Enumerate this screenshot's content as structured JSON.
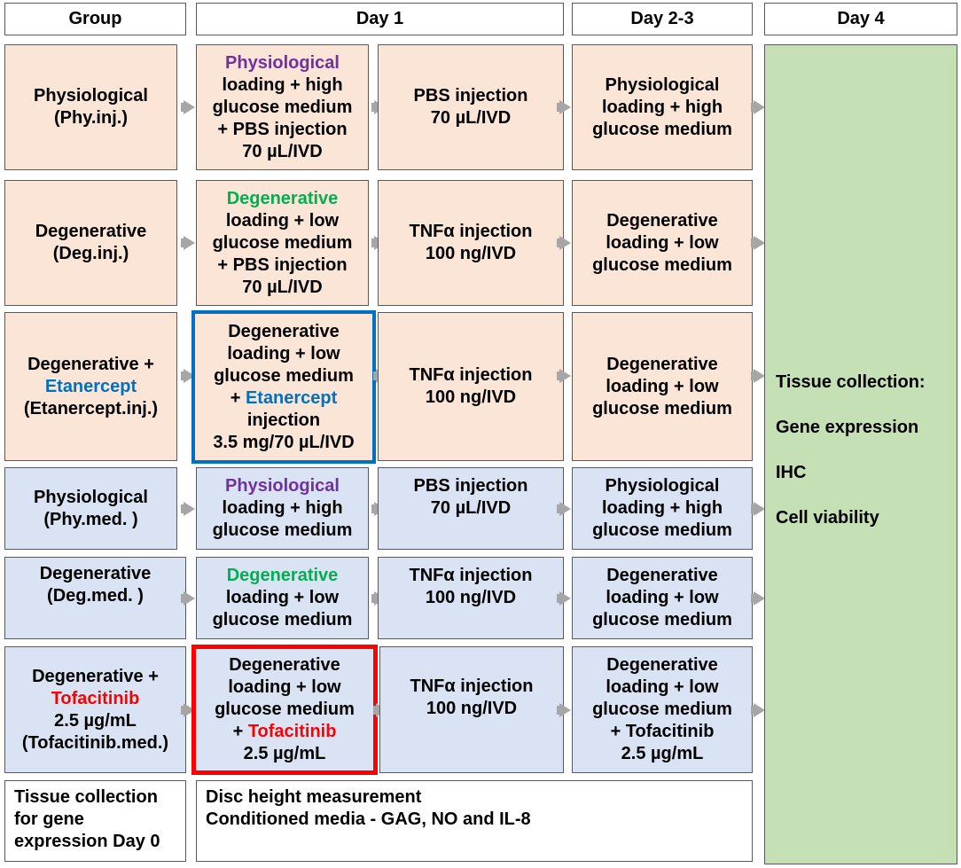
{
  "headers": {
    "group": "Group",
    "day1": "Day 1",
    "day23": "Day 2-3",
    "day4": "Day 4"
  },
  "rows": [
    {
      "group": [
        "Physiological",
        "(Phy.inj.)"
      ],
      "day1a": {
        "highlight": "Physiological",
        "rest": [
          "loading + high",
          "glucose medium",
          "+ PBS injection",
          "70 µL/IVD"
        ]
      },
      "day1b": [
        "PBS injection",
        "70 µL/IVD"
      ],
      "day23": [
        "Physiological",
        "loading + high",
        "glucose medium"
      ]
    },
    {
      "group": [
        "Degenerative",
        "(Deg.inj.)"
      ],
      "day1a": {
        "highlight": "Degenerative",
        "rest": [
          "loading + low",
          "glucose medium",
          "+ PBS injection",
          "70 µL/IVD"
        ]
      },
      "day1b": [
        "TNFα injection",
        "100 ng/IVD"
      ],
      "day23": [
        "Degenerative",
        "loading + low",
        "glucose medium"
      ]
    },
    {
      "group_top": "Degenerative +",
      "group_drug": "Etanercept",
      "group_bottom": "(Etanercept.inj.)",
      "day1a": {
        "l1": "Degenerative",
        "l2": "loading + low",
        "l3": "glucose medium",
        "plus": "+ ",
        "drug": "Etanercept",
        "l5": "injection",
        "l6": "3.5 mg/70 µL/IVD"
      },
      "day1b": [
        "TNFα injection",
        "100 ng/IVD"
      ],
      "day23": [
        "Degenerative",
        "loading + low",
        "glucose medium"
      ]
    },
    {
      "group": [
        "Physiological",
        "(Phy.med. )"
      ],
      "day1a": {
        "highlight": "Physiological",
        "rest": [
          "loading + high",
          "glucose medium"
        ]
      },
      "day1b": [
        "PBS injection",
        "70 µL/IVD"
      ],
      "day23": [
        "Physiological",
        "loading + high",
        "glucose medium"
      ]
    },
    {
      "group": [
        "Degenerative",
        "(Deg.med. )"
      ],
      "day1a": {
        "highlight": "Degenerative",
        "rest": [
          "loading + low",
          "glucose medium"
        ]
      },
      "day1b": [
        "TNFα injection",
        "100 ng/IVD"
      ],
      "day23": [
        "Degenerative",
        "loading + low",
        "glucose medium"
      ]
    },
    {
      "group_top": "Degenerative +",
      "group_drug": "Tofacitinib",
      "group_dose": "2.5 µg/mL",
      "group_bottom": "(Tofacitinib.med.)",
      "day1a": {
        "l1": "Degenerative",
        "l2": "loading + low",
        "l3": "glucose medium",
        "plus": "+ ",
        "drug": "Tofacitinib",
        "l5": "2.5 µg/mL"
      },
      "day1b": [
        "TNFα injection",
        "100 ng/IVD"
      ],
      "day23": [
        "Degenerative",
        "loading + low",
        "glucose medium",
        "+ Tofacitinib",
        "2.5 µg/mL"
      ]
    }
  ],
  "day4": {
    "title": "Tissue collection:",
    "items": [
      "Gene expression",
      "IHC",
      "Cell viability"
    ]
  },
  "footer": {
    "left": [
      "Tissue collection",
      "for gene",
      "expression Day 0"
    ],
    "right": [
      "Disc height measurement",
      "Conditioned media - GAG, NO and IL-8"
    ]
  },
  "colors": {
    "peach": "#fbe5d6",
    "blue_gray": "#dae3f3",
    "green": "#c5e0b4",
    "physiological_text": "#7030a0",
    "degenerative_text": "#00b050",
    "etanercept": "#0070c0",
    "tofacitinib": "#ff0000"
  }
}
